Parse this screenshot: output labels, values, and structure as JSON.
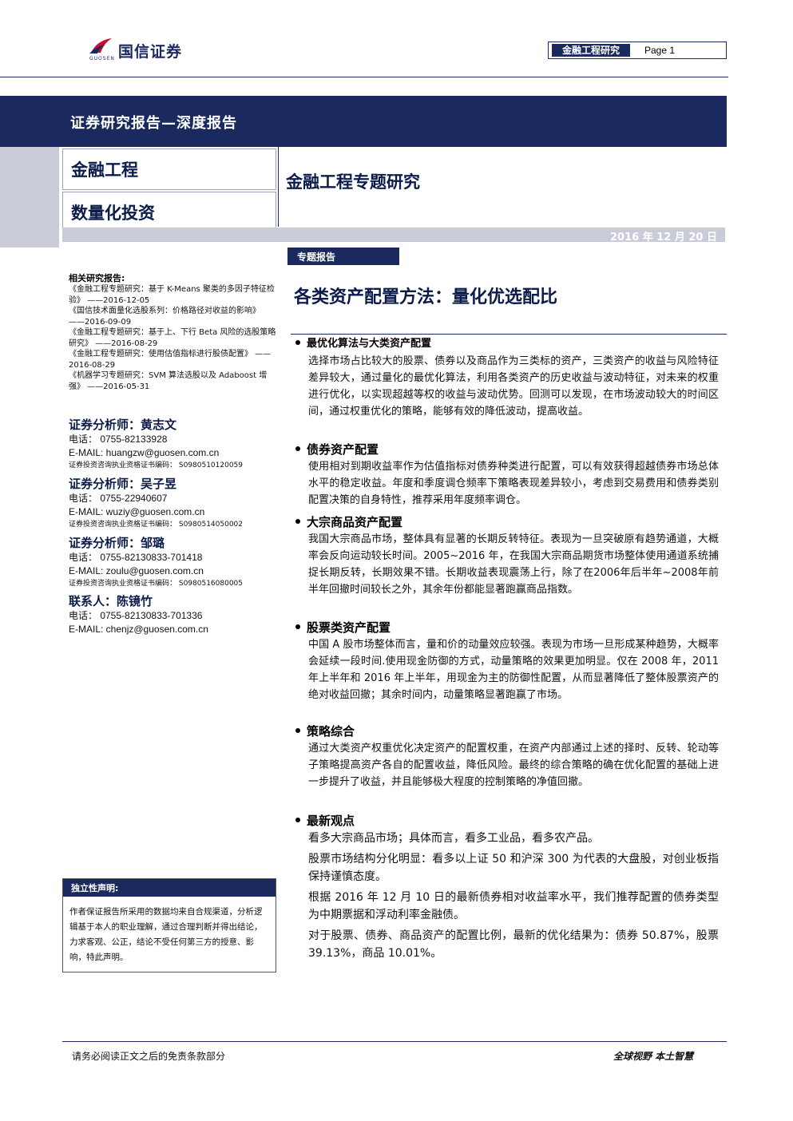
{
  "header": {
    "logo_text": "国信证券",
    "logo_sub": "GUOSEN",
    "topbox_label": "金融工程研究",
    "page_label": "Page 1"
  },
  "band": {
    "title": "证券研究报告—深度报告"
  },
  "category": {
    "box1": "金融工程",
    "box2": "数量化投资",
    "series_title": "金融工程专题研究"
  },
  "date": "2016 年 12 月 20 日",
  "tag": "专题报告",
  "main_title": "各类资产配置方法：量化优选配比",
  "related": {
    "heading": "相关研究报告:",
    "items": [
      "《金融工程专题研究：基于 K-Means 聚类的多因子特征检验》 ——2016-12-05",
      "《国信技术面量化选股系列：价格路径对收益的影响》 ——2016-09-09",
      "《金融工程专题研究：基于上、下行 Beta 风险的选股策略研究》 ——2016-08-29",
      "《金融工程专题研究：使用估值指标进行股债配置》 ——2016-08-29",
      "《机器学习专题研究：SVM 算法选股以及 Adaboost 增强》 ——2016-05-31"
    ]
  },
  "analysts": [
    {
      "name": "证券分析师：黄志文",
      "phone": "电话：   0755-82133928",
      "email": "E-MAIL:     huangzw@guosen.com.cn",
      "cert": "证券投资咨询执业资格证书编码：  S0980510120059"
    },
    {
      "name": "证券分析师：吴子昱",
      "phone": "电话：   0755-22940607",
      "email": "E-MAIL:     wuziy@guosen.com.cn",
      "cert": "证券投资咨询执业资格证书编码：  S0980514050002"
    },
    {
      "name": "证券分析师：邹璐",
      "phone": "电话：   0755-82130833-701418",
      "email": "E-MAIL:    zoulu@guosen.com.cn",
      "cert": "证券投资咨询执业资格证书编码：  S0980516080005"
    },
    {
      "name": "联系人：陈镜竹",
      "phone": "电话：   0755-82130833-701336",
      "email": "E-MAIL:    chenjz@guosen.com.cn",
      "cert": ""
    }
  ],
  "independence": {
    "heading": "独立性声明:",
    "body": "作者保证报告所采用的数据均来自合规渠道，分析逻辑基于本人的职业理解，通过合理判断并得出结论，力求客观、公正，结论不受任何第三方的授意、影响，特此声明。"
  },
  "sections": [
    {
      "heading": "最优化算法与大类资产配置",
      "paras": [
        "选择市场占比较大的股票、债券以及商品作为三类标的资产，三类资产的收益与风险特征差异较大，通过量化的最优化算法，利用各类资产的历史收益与波动特征，对未来的权重进行优化，以实现超越等权的收益与波动优势。回测可以发现，在市场波动较大的时间区间，通过权重优化的策略，能够有效的降低波动，提高收益。"
      ]
    },
    {
      "heading": "债券资产配置",
      "paras": [
        "使用相对到期收益率作为估值指标对债券种类进行配置，可以有效获得超越债券市场总体水平的稳定收益。年度和季度调仓频率下策略表现差异较小，考虑到交易费用和债券类别配置决策的自身特性，推荐采用年度频率调仓。"
      ]
    },
    {
      "heading": "大宗商品资产配置",
      "paras": [
        "我国大宗商品市场，整体具有显著的长期反转特征。表现为一旦突破原有趋势通道，大概率会反向运动较长时间。2005~2016 年，在我国大宗商品期货市场整体使用通道系统捕捉长期反转，长期效果不错。长期收益表现震荡上行，除了在2006年后半年~2008年前半年回撤时间较长之外，其余年份都能显著跑赢商品指数。"
      ]
    },
    {
      "heading": "股票类资产配置",
      "paras": [
        "中国 A 股市场整体而言，量和价的动量效应较强。表现为市场一旦形成某种趋势，大概率会延续一段时间.使用现金防御的方式，动量策略的效果更加明显。仅在 2008 年，2011 年上半年和 2016 年上半年，用现金为主的防御性配置，从而显著降低了整体股票资产的绝对收益回撤；其余时间内，动量策略显著跑赢了市场。"
      ]
    },
    {
      "heading": "策略综合",
      "paras": [
        "通过大类资产权重优化决定资产的配置权重，在资产内部通过上述的择时、反转、轮动等子策略提高资产各自的配置收益，降低风险。最终的综合策略的确在优化配置的基础上进一步提升了收益，并且能够极大程度的控制策略的净值回撤。"
      ]
    },
    {
      "heading": "最新观点",
      "paras": [
        "看多大宗商品市场；具体而言，看多工业品，看多农产品。",
        "股票市场结构分化明显：看多以上证 50 和沪深 300 为代表的大盘股，对创业板指保持谨慎态度。",
        "根据 2016 年 12 月 10 日的最新债券相对收益率水平，我们推荐配置的债券类型为中期票据和浮动利率金融债。",
        "对于股票、债券、商品资产的配置比例，最新的优化结果为：债券 50.87%，股票 39.13%，商品 10.01%。"
      ]
    }
  ],
  "footer": {
    "left": "请务必阅读正文之后的免责条款部分",
    "right": "全球视野  本土智慧"
  }
}
